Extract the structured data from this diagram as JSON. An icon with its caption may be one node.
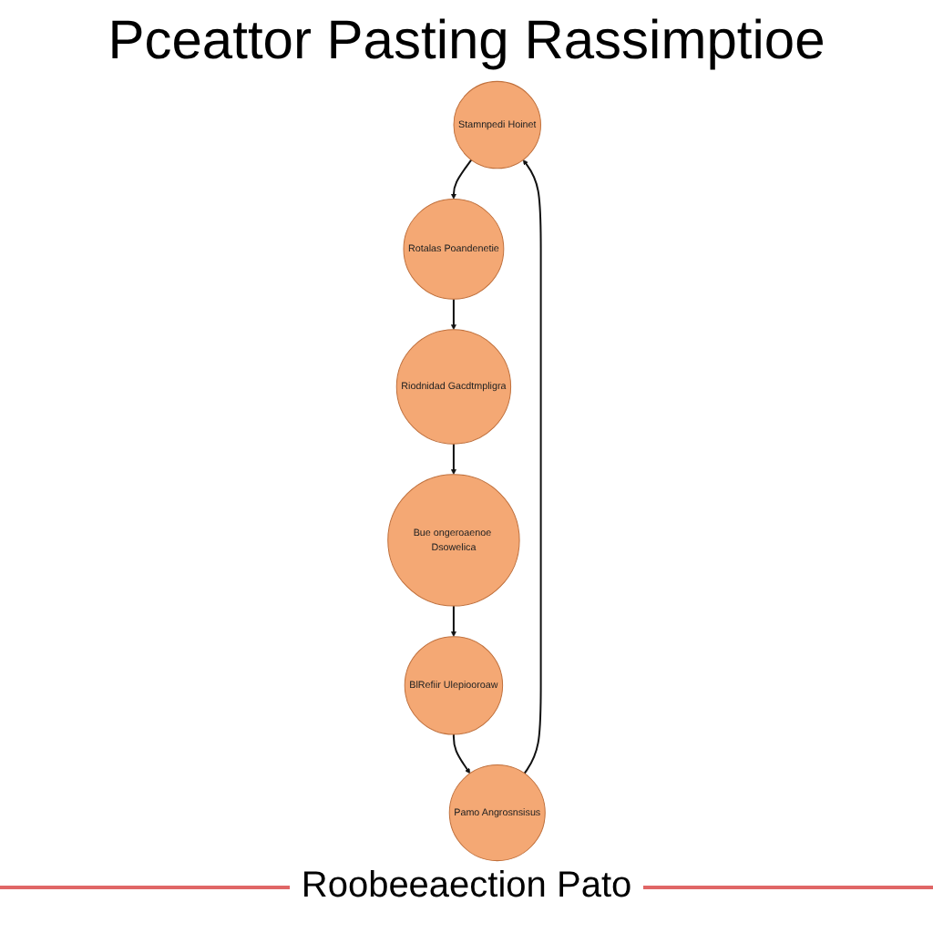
{
  "diagram": {
    "title": "Pceattor Pasting Rassimptioe",
    "nodes": [
      {
        "text": [
          "Stamnpedi Hoinet"
        ]
      },
      {
        "text": [
          "Pamo Angrosnsisus"
        ]
      },
      {
        "text": [
          "Rotalas Poandenetie"
        ]
      },
      {
        "text": [
          "BlRefiir Ulepiooroaw"
        ]
      },
      {
        "text": [
          "Riodnidad Gacdtmpligra"
        ]
      },
      {
        "text": [
          "Bue ongeroaenoe Dsowelica"
        ]
      }
    ],
    "edges": [
      {
        "from": 1,
        "to": 0,
        "arrow": "to"
      },
      {
        "from": 0,
        "to": 2,
        "arrow": "to"
      },
      {
        "from": 2,
        "to": 4,
        "arrow": "to"
      },
      {
        "from": 4,
        "to": 5,
        "arrow": "to"
      },
      {
        "from": 5,
        "to": 3,
        "arrow": "to"
      },
      {
        "from": 3,
        "to": 1,
        "arrow": "to"
      }
    ],
    "caption": "Roobeeaection Pato"
  }
}
